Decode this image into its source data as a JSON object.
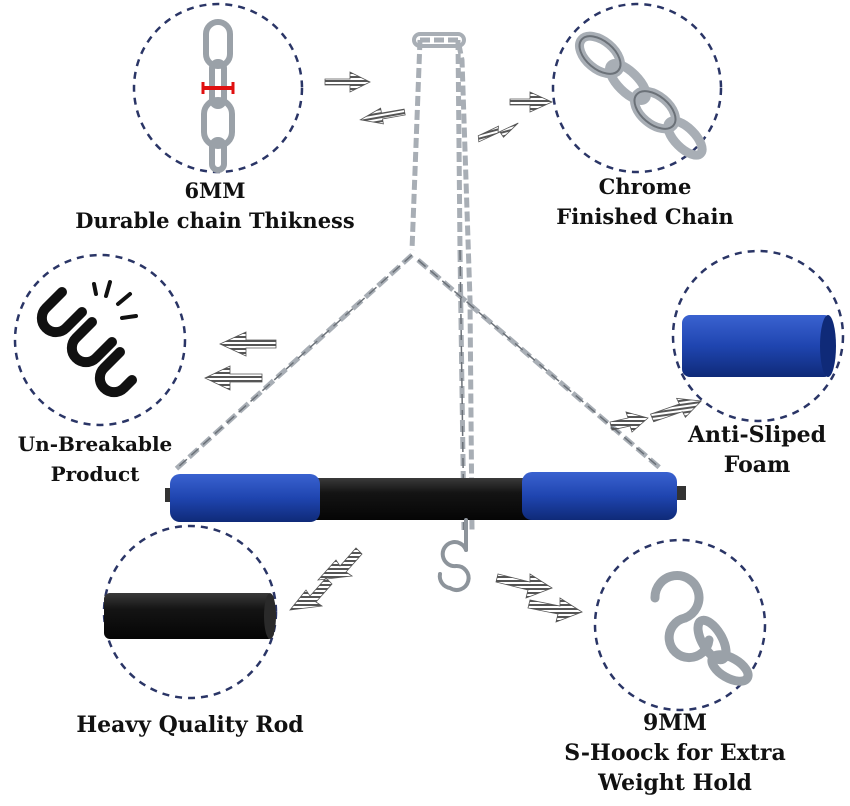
{
  "labels": {
    "chain_thickness_size": "6MM",
    "chain_thickness_desc": "Durable chain Thikness",
    "chrome_line1": "Chrome",
    "chrome_line2": "Finished Chain",
    "unbreakable_line1": "Un-Breakable",
    "unbreakable_line2": "Product",
    "foam_line1": "Anti-Sliped",
    "foam_line2": "Foam",
    "rod": "Heavy Quality Rod",
    "hook_size": "9MM",
    "hook_line1": "S-Hoock for Extra",
    "hook_line2": "Weight Hold"
  },
  "colors": {
    "circle_border": "#2a3566",
    "chain_steel": "#a8aeb5",
    "chain_dark": "#6b7178",
    "foam_blue": "#1f45b0",
    "foam_dark": "#0f2a78",
    "rod_black": "#141414",
    "arrow_gray": "#555555",
    "thickness_marker": "#e01010",
    "label_text": "#111111"
  },
  "icons": [
    "chain-link-detail-icon",
    "chrome-chain-icon",
    "broken-chain-icon",
    "foam-grip-icon",
    "rod-icon",
    "s-hook-icon",
    "arrow-icon"
  ]
}
